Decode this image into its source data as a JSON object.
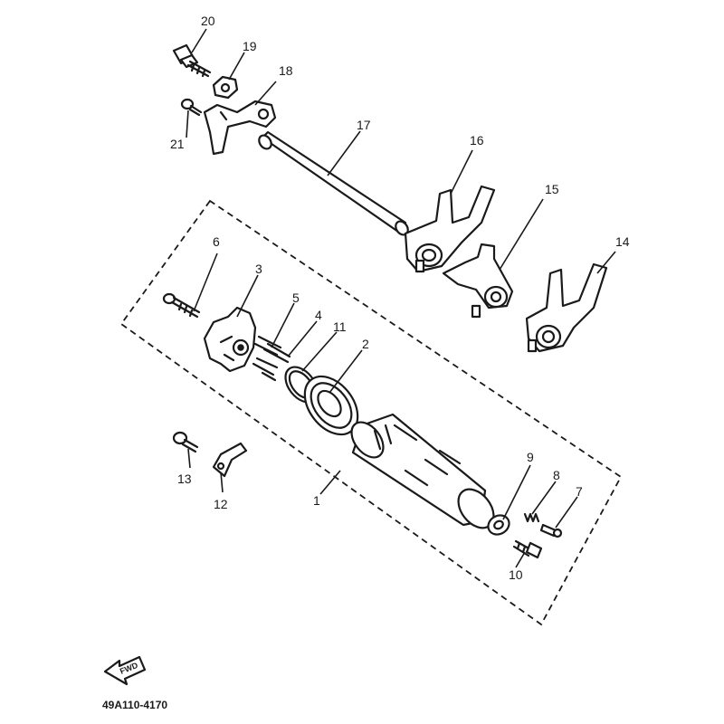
{
  "diagram": {
    "callouts": {
      "c1": "1",
      "c2": "2",
      "c3": "3",
      "c4": "4",
      "c5": "5",
      "c6": "6",
      "c7": "7",
      "c8": "8",
      "c9": "9",
      "c10": "10",
      "c11": "11",
      "c12": "12",
      "c13": "13",
      "c14": "14",
      "c15": "15",
      "c16": "16",
      "c17": "17",
      "c18": "18",
      "c19": "19",
      "c20": "20",
      "c21": "21"
    },
    "fwd_label": "FWD",
    "part_code": "49A110-4170"
  }
}
